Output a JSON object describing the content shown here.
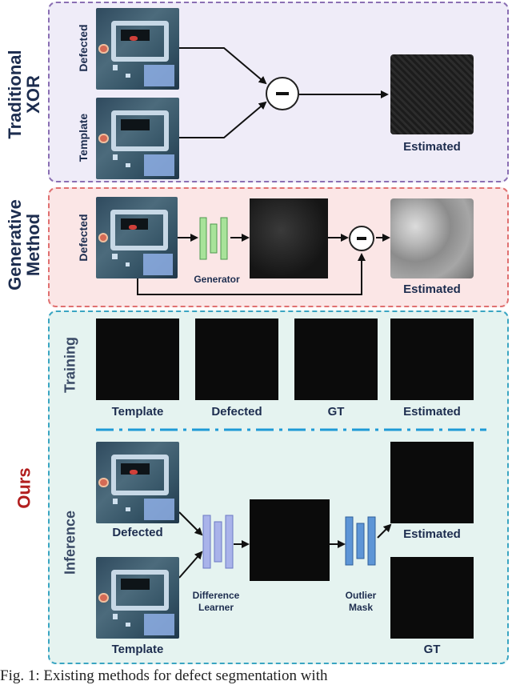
{
  "sections": {
    "xor_label": "Traditional\nXOR",
    "gen_label": "Generative\nMethod",
    "ours_label": "Ours",
    "training_label": "Training",
    "inference_label": "Inference"
  },
  "xor": {
    "defected": "Defected",
    "template": "Template",
    "estimated": "Estimated"
  },
  "gen": {
    "defected": "Defected",
    "generator": "Generator",
    "estimated": "Estimated"
  },
  "training": {
    "template": "Template",
    "defected": "Defected",
    "gt": "GT",
    "estimated": "Estimated"
  },
  "inference": {
    "defected": "Defected",
    "template": "Template",
    "difference_learner": "Difference\nLearner",
    "outlier_mask": "Outlier\nMask",
    "estimated": "Estimated",
    "gt": "GT"
  },
  "caption_fragment": "Fig. 1: Existing methods for defect segmentation with",
  "colors": {
    "xor_panel": "#efecf8",
    "gen_panel": "#fbe6e6",
    "ours_panel": "#e5f3f0",
    "generator_net": "#a8e39a",
    "difference_net": "#a9b3ea",
    "outlier_net": "#5d95d6",
    "ours_text": "#b21e1e"
  }
}
